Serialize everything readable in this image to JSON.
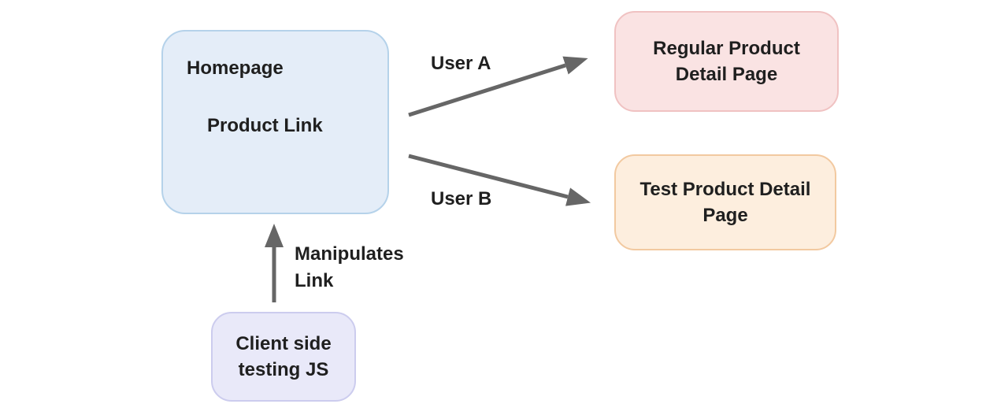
{
  "diagram": {
    "background_color": "#ffffff",
    "text_color": "#1f1f1f",
    "arrow_color": "#666666",
    "nodes": {
      "homepage": {
        "title": "Homepage",
        "subtitle": "Product Link",
        "fill": "#e4edf8",
        "border": "#b5d2ea"
      },
      "regular_pdp": {
        "label": "Regular Product Detail Page",
        "fill": "#fae3e3",
        "border": "#f0c2c2"
      },
      "test_pdp": {
        "label": "Test Product Detail Page",
        "fill": "#fdeede",
        "border": "#f2c9a0"
      },
      "client_js": {
        "label": "Client side testing JS",
        "fill": "#e9e9f9",
        "border": "#ccccee"
      }
    },
    "edges": {
      "user_a": {
        "label": "User A",
        "from": "Homepage / Product Link",
        "to": "Regular Product Detail Page"
      },
      "user_b": {
        "label": "User B",
        "from": "Homepage / Product Link",
        "to": "Test Product Detail Page"
      },
      "manipulates": {
        "label": "Manipulates Link",
        "from": "Client side testing JS",
        "to": "Homepage / Product Link"
      }
    }
  }
}
